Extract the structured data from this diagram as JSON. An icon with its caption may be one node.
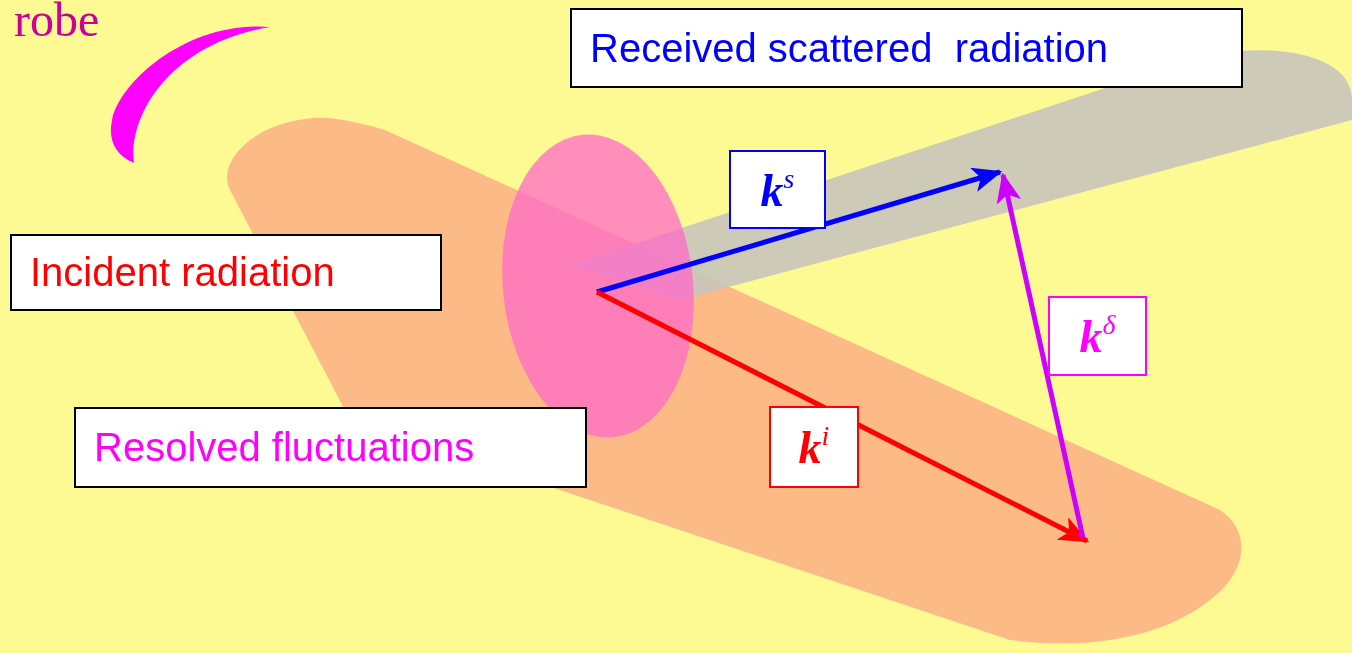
{
  "diagram": {
    "nodes": [
      {
        "text": [
          "Received scattered  radiation"
        ]
      },
      {
        "text": [
          "**k**$^{s}$"
        ]
      },
      {
        "text": [
          "Incident radiation"
        ]
      },
      {
        "text": [
          "**k**$^{δ}$"
        ]
      },
      {
        "text": [
          "Resolved fluctuations"
        ]
      },
      {
        "text": [
          "**k**$^{i}$"
        ]
      }
    ],
    "labels": [
      "robe"
    ]
  }
}
